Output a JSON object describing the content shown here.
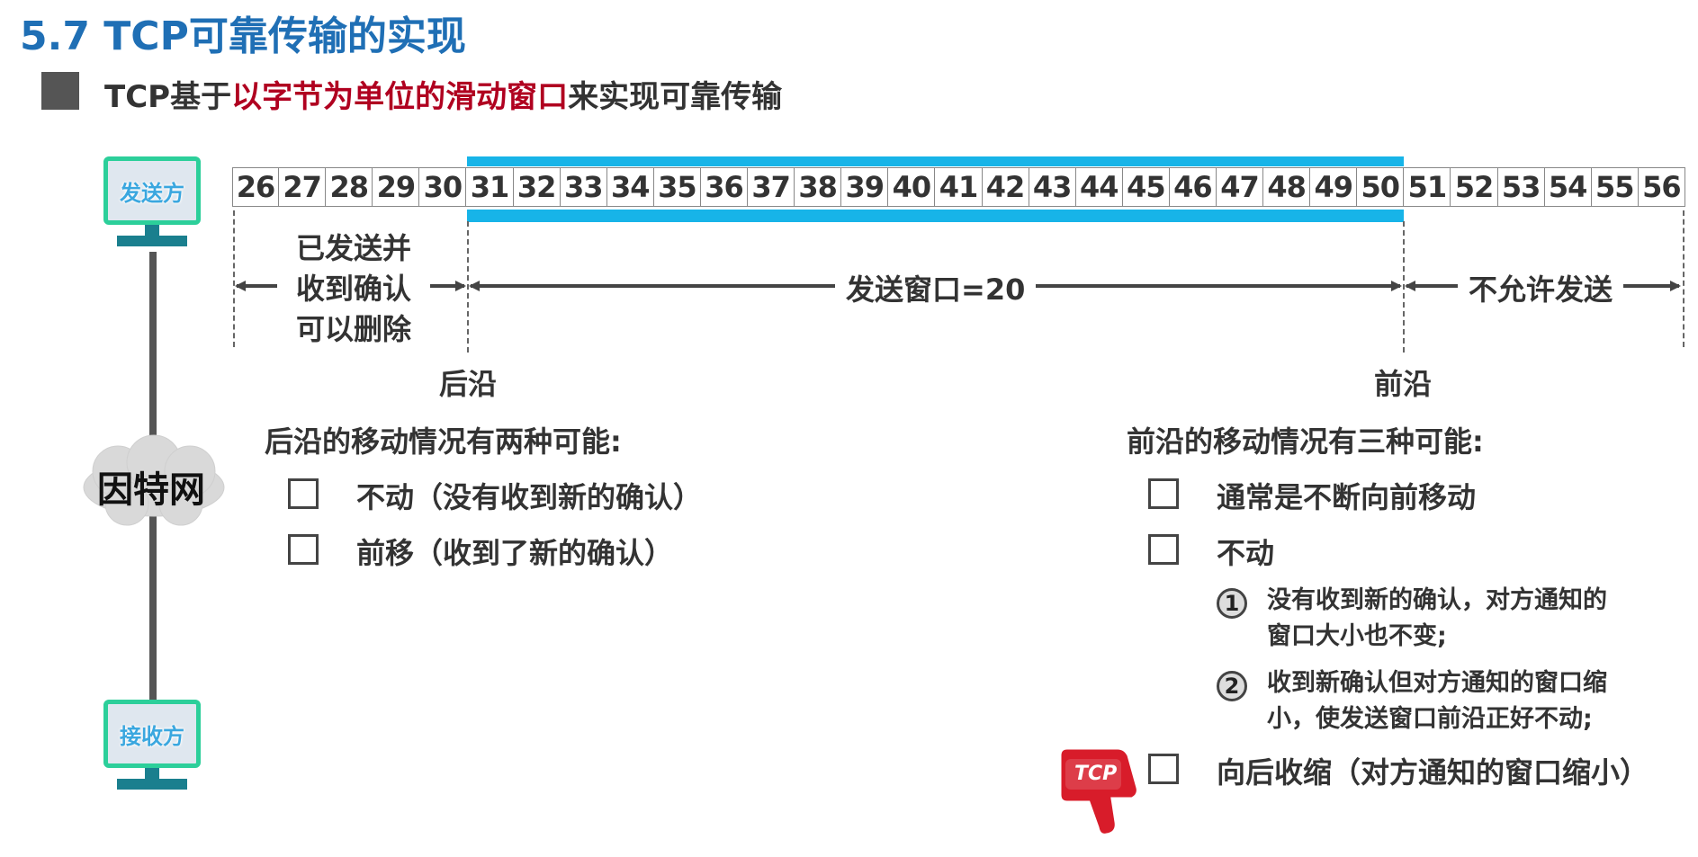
{
  "title": "5.7 TCP可靠传输的实现",
  "subtitle": {
    "prefix": "TCP基于",
    "highlight": "以字节为单位的滑动窗口",
    "suffix": "来实现可靠传输"
  },
  "sender_label": "发送方",
  "receiver_label": "接收方",
  "internet_label": "因特网",
  "sequence_numbers": [
    "26",
    "27",
    "28",
    "29",
    "30",
    "31",
    "32",
    "33",
    "34",
    "35",
    "36",
    "37",
    "38",
    "39",
    "40",
    "41",
    "42",
    "43",
    "44",
    "45",
    "46",
    "47",
    "48",
    "49",
    "50",
    "51",
    "52",
    "53",
    "54",
    "55",
    "56"
  ],
  "left_region": {
    "lines": [
      "已发送并",
      "收到确认",
      "可以删除"
    ]
  },
  "window_label": "发送窗口=20",
  "right_region": "不允许发送",
  "trailing_edge_label": "后沿",
  "leading_edge_label": "前沿",
  "trailing_section": {
    "title": "后沿的移动情况有两种可能:",
    "options": [
      "不动（没有收到新的确认）",
      "前移（收到了新的确认）"
    ]
  },
  "leading_section": {
    "title": "前沿的移动情况有三种可能:",
    "options": [
      "通常是不断向前移动",
      "不动",
      "向后收缩（对方通知的窗口缩小）"
    ],
    "sub_items": [
      {
        "num": "1",
        "lines": [
          "没有收到新的确认，对方通知的",
          "窗口大小也不变;"
        ]
      },
      {
        "num": "2",
        "lines": [
          "收到新确认但对方通知的窗口缩",
          "小，使发送窗口前沿正好不动;"
        ]
      }
    ]
  },
  "badge_text": "TCP",
  "colors": {
    "title": "#1f6fb5",
    "highlight": "#b00020",
    "window_bar": "#17b4e8",
    "pc_frame": "#2ccf9a",
    "pc_stand": "#1a7f8e",
    "badge": "#d81c2a"
  },
  "icons": [
    "monitor-icon",
    "cloud-icon",
    "thumbs-down-icon",
    "checkbox-icon"
  ]
}
